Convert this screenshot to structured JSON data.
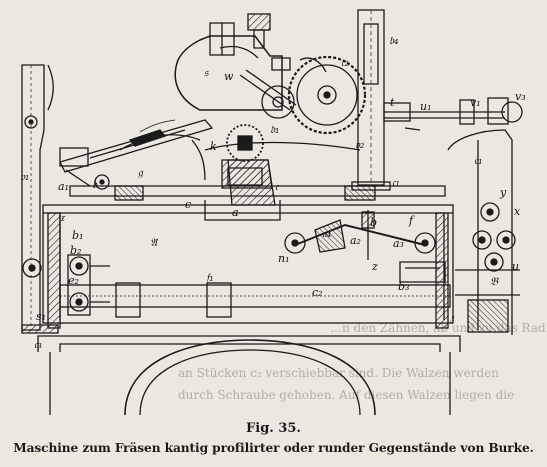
{
  "caption": {
    "figure_number": "Fig. 35.",
    "title": "Maschine zum Fräsen kantig profilirter oder runder Gegenstände von Burke."
  },
  "labels": {
    "ds": "𝔰",
    "w": "w",
    "dc2": "𝔠₂",
    "db4": "𝔟₄",
    "t": "t",
    "dv2": "𝔳₂",
    "u1": "u₁",
    "v1": "v₁",
    "v3": "v₃",
    "dd": "𝔡",
    "k": "k",
    "a1": "a₁",
    "dc": "𝔠",
    "dg": "𝔤",
    "dc1": "𝔠₁",
    "ee1": "𝔢₁",
    "y": "y",
    "x": "x",
    "dv1": "𝔳₁",
    "c": "c",
    "a": "a",
    "dA": "𝔄",
    "da4": "𝔞₄",
    "n1": "n₁",
    "b1": "b₁",
    "b2": "b₂",
    "a3": "a₃",
    "f": "f",
    "e2": "e₂",
    "df1": "𝔣₁",
    "z": "z",
    "c2": "c₂",
    "dB": "𝔅",
    "dz": "𝔷",
    "s1": "s₁",
    "dc3": "𝔠₃",
    "dd1": "𝔡₁",
    "dx": "𝔵",
    "u": "u",
    "b": "b",
    "b3": "b₃",
    "a2": "a₂"
  },
  "faint_text": {
    "line1": "…n den Zähnen, ab und zu das Rad",
    "line2": "an Stücken c₂ verschiebbar sind. Die Walzen werden",
    "line3": "durch Schraube gehoben. Auf diesen Walzen liegen die"
  }
}
